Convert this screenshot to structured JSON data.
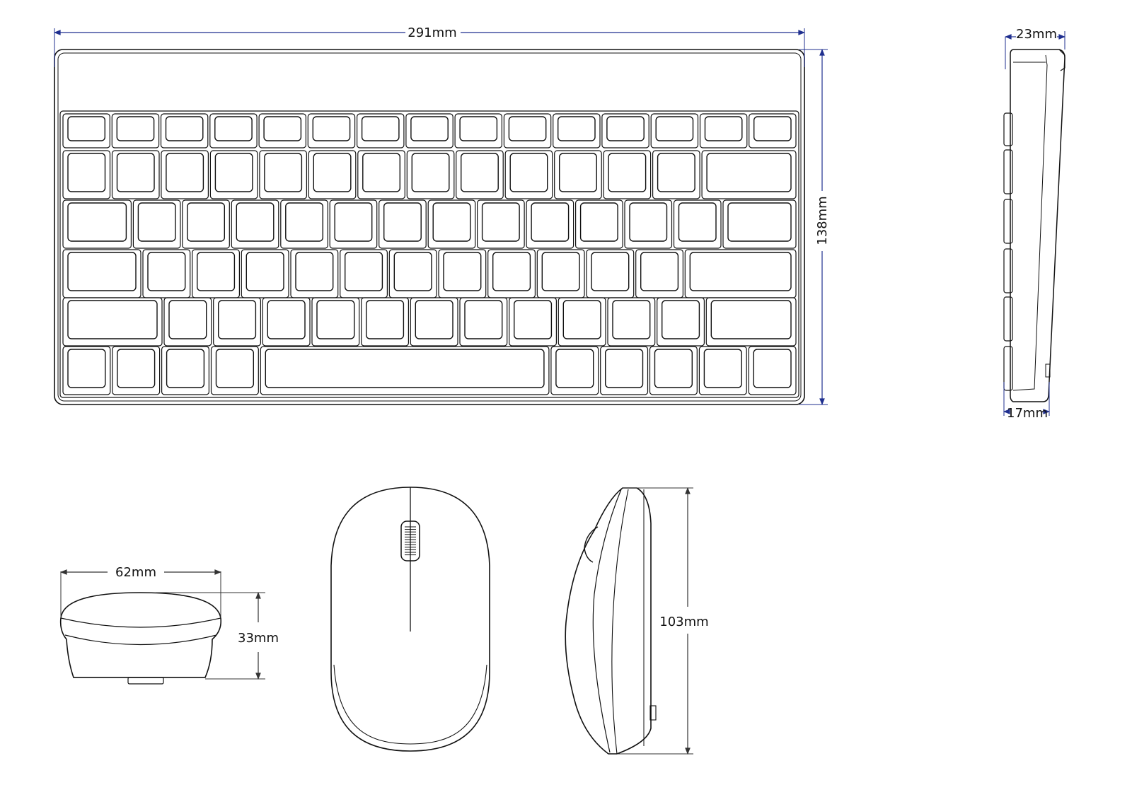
{
  "dimensions": {
    "keyboard_width": "291mm",
    "keyboard_height": "138mm",
    "keyboard_depth_top": "23mm",
    "keyboard_depth_bottom": "17mm",
    "mouse_width": "62mm",
    "mouse_height": "33mm",
    "mouse_length": "103mm"
  },
  "colors": {
    "outline": "#111111",
    "dimension_line": "#1f2f8f"
  }
}
